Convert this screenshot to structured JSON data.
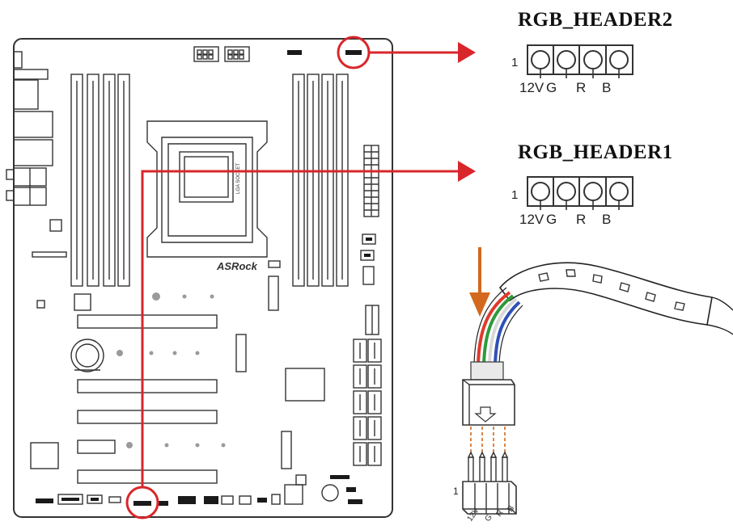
{
  "headers": [
    {
      "title": "RGB_HEADER2",
      "pin_one": "1",
      "pin_labels": [
        "12V",
        "G",
        "R",
        "B"
      ]
    },
    {
      "title": "RGB_HEADER1",
      "pin_one": "1",
      "pin_labels": [
        "12V",
        "G",
        "R",
        "B"
      ]
    }
  ],
  "board": {
    "brand": "ASRock"
  },
  "connector": {
    "pin_one": "1",
    "pin_labels": [
      "12V",
      "G",
      "R",
      "B"
    ],
    "wire_colors": [
      "#e03a2a",
      "#2f9a3c",
      "#e8e8e8",
      "#2f50b8"
    ]
  },
  "colors": {
    "highlight": "#d9262b",
    "insert_arrow": "#d2691e",
    "strip": "#ffffff"
  }
}
